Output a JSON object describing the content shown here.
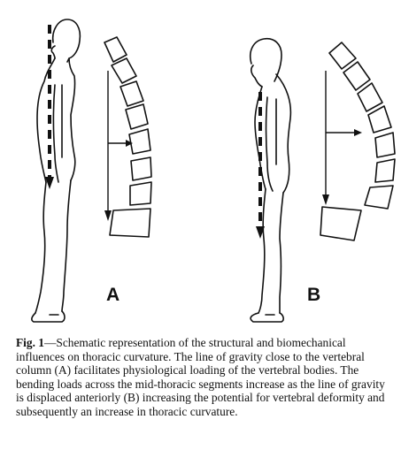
{
  "figure": {
    "panels": [
      {
        "label": "A"
      },
      {
        "label": "B"
      }
    ]
  },
  "caption": {
    "figure_number": "Fig. 1",
    "text": "—Schematic representation of the structural and biomechanical influences on thoracic curvature. The line of gravity close to the vertebral column (A) facilitates physiological loading of the vertebral bodies. The bending loads across the mid-thoracic segments increase as the line of gravity is displaced anteriorly (B) increasing the potential for vertebral deformity and subsequently an increase in thoracic curvature."
  }
}
